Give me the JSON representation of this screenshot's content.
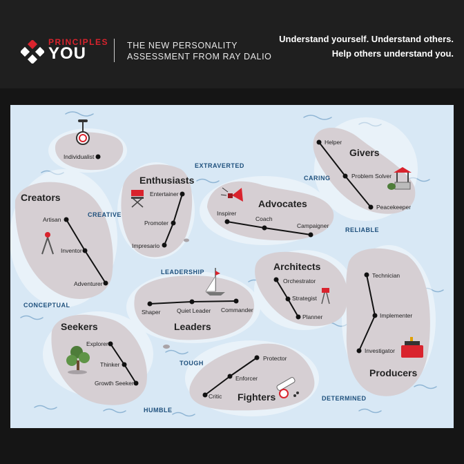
{
  "header": {
    "brand_top": "PRINCIPLES",
    "brand_main": "YOU",
    "tagline_line1": "THE NEW PERSONALITY",
    "tagline_line2": "ASSESSMENT FROM RAY DALIO",
    "promo_line1": "Understand yourself. Understand others.",
    "promo_line2": "Help others understand you."
  },
  "map": {
    "directions": {
      "extraverted": "EXTRAVERTED",
      "caring": "CARING",
      "creative": "CREATIVE",
      "reliable": "RELIABLE",
      "leadership": "LEADERSHIP",
      "conceptual": "CONCEPTUAL",
      "tough": "TOUGH",
      "humble": "HUMBLE",
      "determined": "DETERMINED"
    },
    "individualist": {
      "label": "Individualist"
    },
    "enthusiasts": {
      "title": "Enthusiasts",
      "traits": [
        "Entertainer",
        "Promoter",
        "Impresario"
      ]
    },
    "creators": {
      "title": "Creators",
      "traits": [
        "Artisan",
        "Inventor",
        "Adventurer"
      ]
    },
    "advocates": {
      "title": "Advocates",
      "traits": [
        "Inspirer",
        "Coach",
        "Campaigner"
      ]
    },
    "givers": {
      "title": "Givers",
      "traits": [
        "Helper",
        "Problem Solver",
        "Peacekeeper"
      ]
    },
    "leaders": {
      "title": "Leaders",
      "traits": [
        "Shaper",
        "Quiet Leader",
        "Commander"
      ]
    },
    "architects": {
      "title": "Architects",
      "traits": [
        "Orchestrator",
        "Strategist",
        "Planner"
      ]
    },
    "producers": {
      "title": "Producers",
      "traits": [
        "Technician",
        "Implementer",
        "Investigator"
      ]
    },
    "seekers": {
      "title": "Seekers",
      "traits": [
        "Explorer",
        "Thinker",
        "Growth Seeker"
      ]
    },
    "fighters": {
      "title": "Fighters",
      "traits": [
        "Protector",
        "Enforcer",
        "Critic"
      ]
    }
  },
  "colors": {
    "island": "#d6cfd3",
    "water": "#d8e8f5",
    "accent": "#d9232d",
    "direction_text": "#1d4f7c"
  }
}
